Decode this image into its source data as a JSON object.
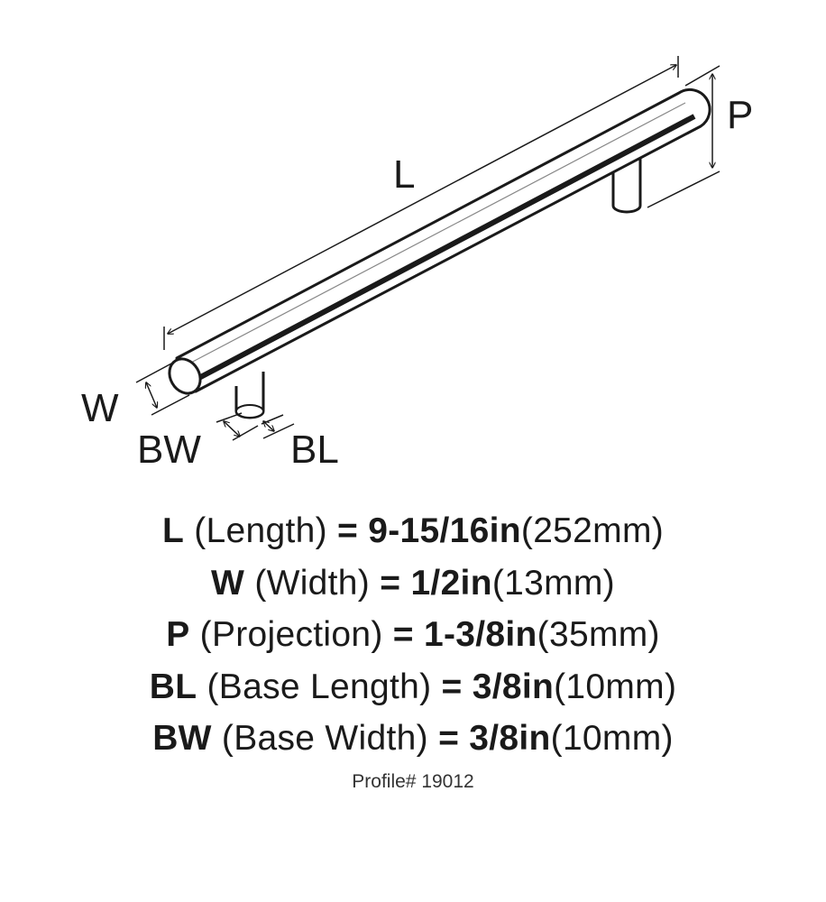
{
  "diagram": {
    "labels": {
      "L": "L",
      "P": "P",
      "W": "W",
      "BW": "BW",
      "BL": "BL"
    }
  },
  "specs": [
    {
      "abbr": "L",
      "name": "(Length)",
      "eq": "=",
      "imperial": "9-15/16in",
      "metric": "(252mm)"
    },
    {
      "abbr": "W",
      "name": "(Width)",
      "eq": "=",
      "imperial": "1/2in",
      "metric": "(13mm)"
    },
    {
      "abbr": "P",
      "name": "(Projection)",
      "eq": "=",
      "imperial": "1-3/8in",
      "metric": "(35mm)"
    },
    {
      "abbr": "BL",
      "name": "(Base Length)",
      "eq": "=",
      "imperial": "3/8in",
      "metric": "(10mm)"
    },
    {
      "abbr": "BW",
      "name": "(Base Width)",
      "eq": "=",
      "imperial": "3/8in",
      "metric": "(10mm)"
    }
  ],
  "profile": "Profile# 19012",
  "colors": {
    "ink": "#1a1a1a",
    "background": "#ffffff"
  }
}
